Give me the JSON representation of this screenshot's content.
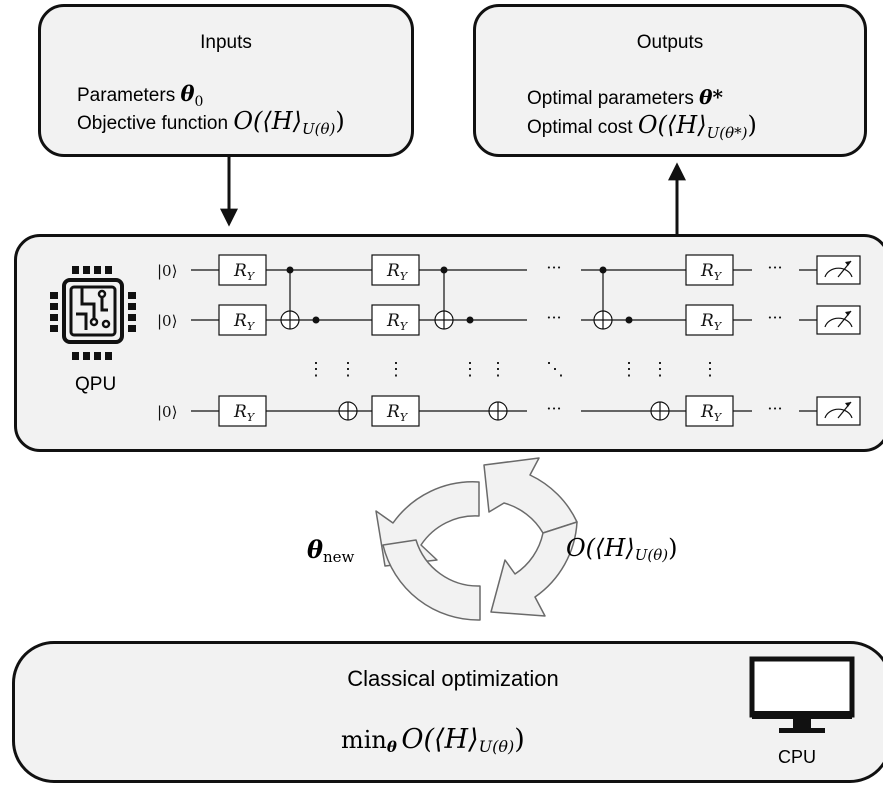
{
  "inputs": {
    "title": "Inputs",
    "params_label": "Parameters",
    "params_symbol": "θ",
    "params_sub": "0",
    "objective_label": "Objective function",
    "objective_expr": "O(⟨H⟩",
    "objective_sub": "U(θ)",
    "objective_close": ")"
  },
  "outputs": {
    "title": "Outputs",
    "opt_params_label": "Optimal parameters",
    "opt_params_symbol": "θ*",
    "opt_cost_label": "Optimal cost",
    "opt_cost_expr": "O(⟨H⟩",
    "opt_cost_sub": "U(θ*)",
    "opt_cost_close": ")"
  },
  "qpu": {
    "label": "QPU",
    "ket": "|0⟩",
    "gate": "R",
    "gate_sub": "Y",
    "hdots": "···",
    "vdots": "⋮",
    "ddots": "⋱"
  },
  "loop": {
    "theta_new_symbol": "θ",
    "theta_new_sub": "new",
    "objective_expr": "O(⟨H⟩",
    "objective_sub": "U(θ)",
    "objective_close": ")"
  },
  "classical": {
    "title": "Classical optimization",
    "min": "min",
    "min_sub": "θ",
    "expr": "O(⟨H⟩",
    "expr_sub": "U(θ)",
    "expr_close": ")",
    "cpu_label": "CPU"
  }
}
